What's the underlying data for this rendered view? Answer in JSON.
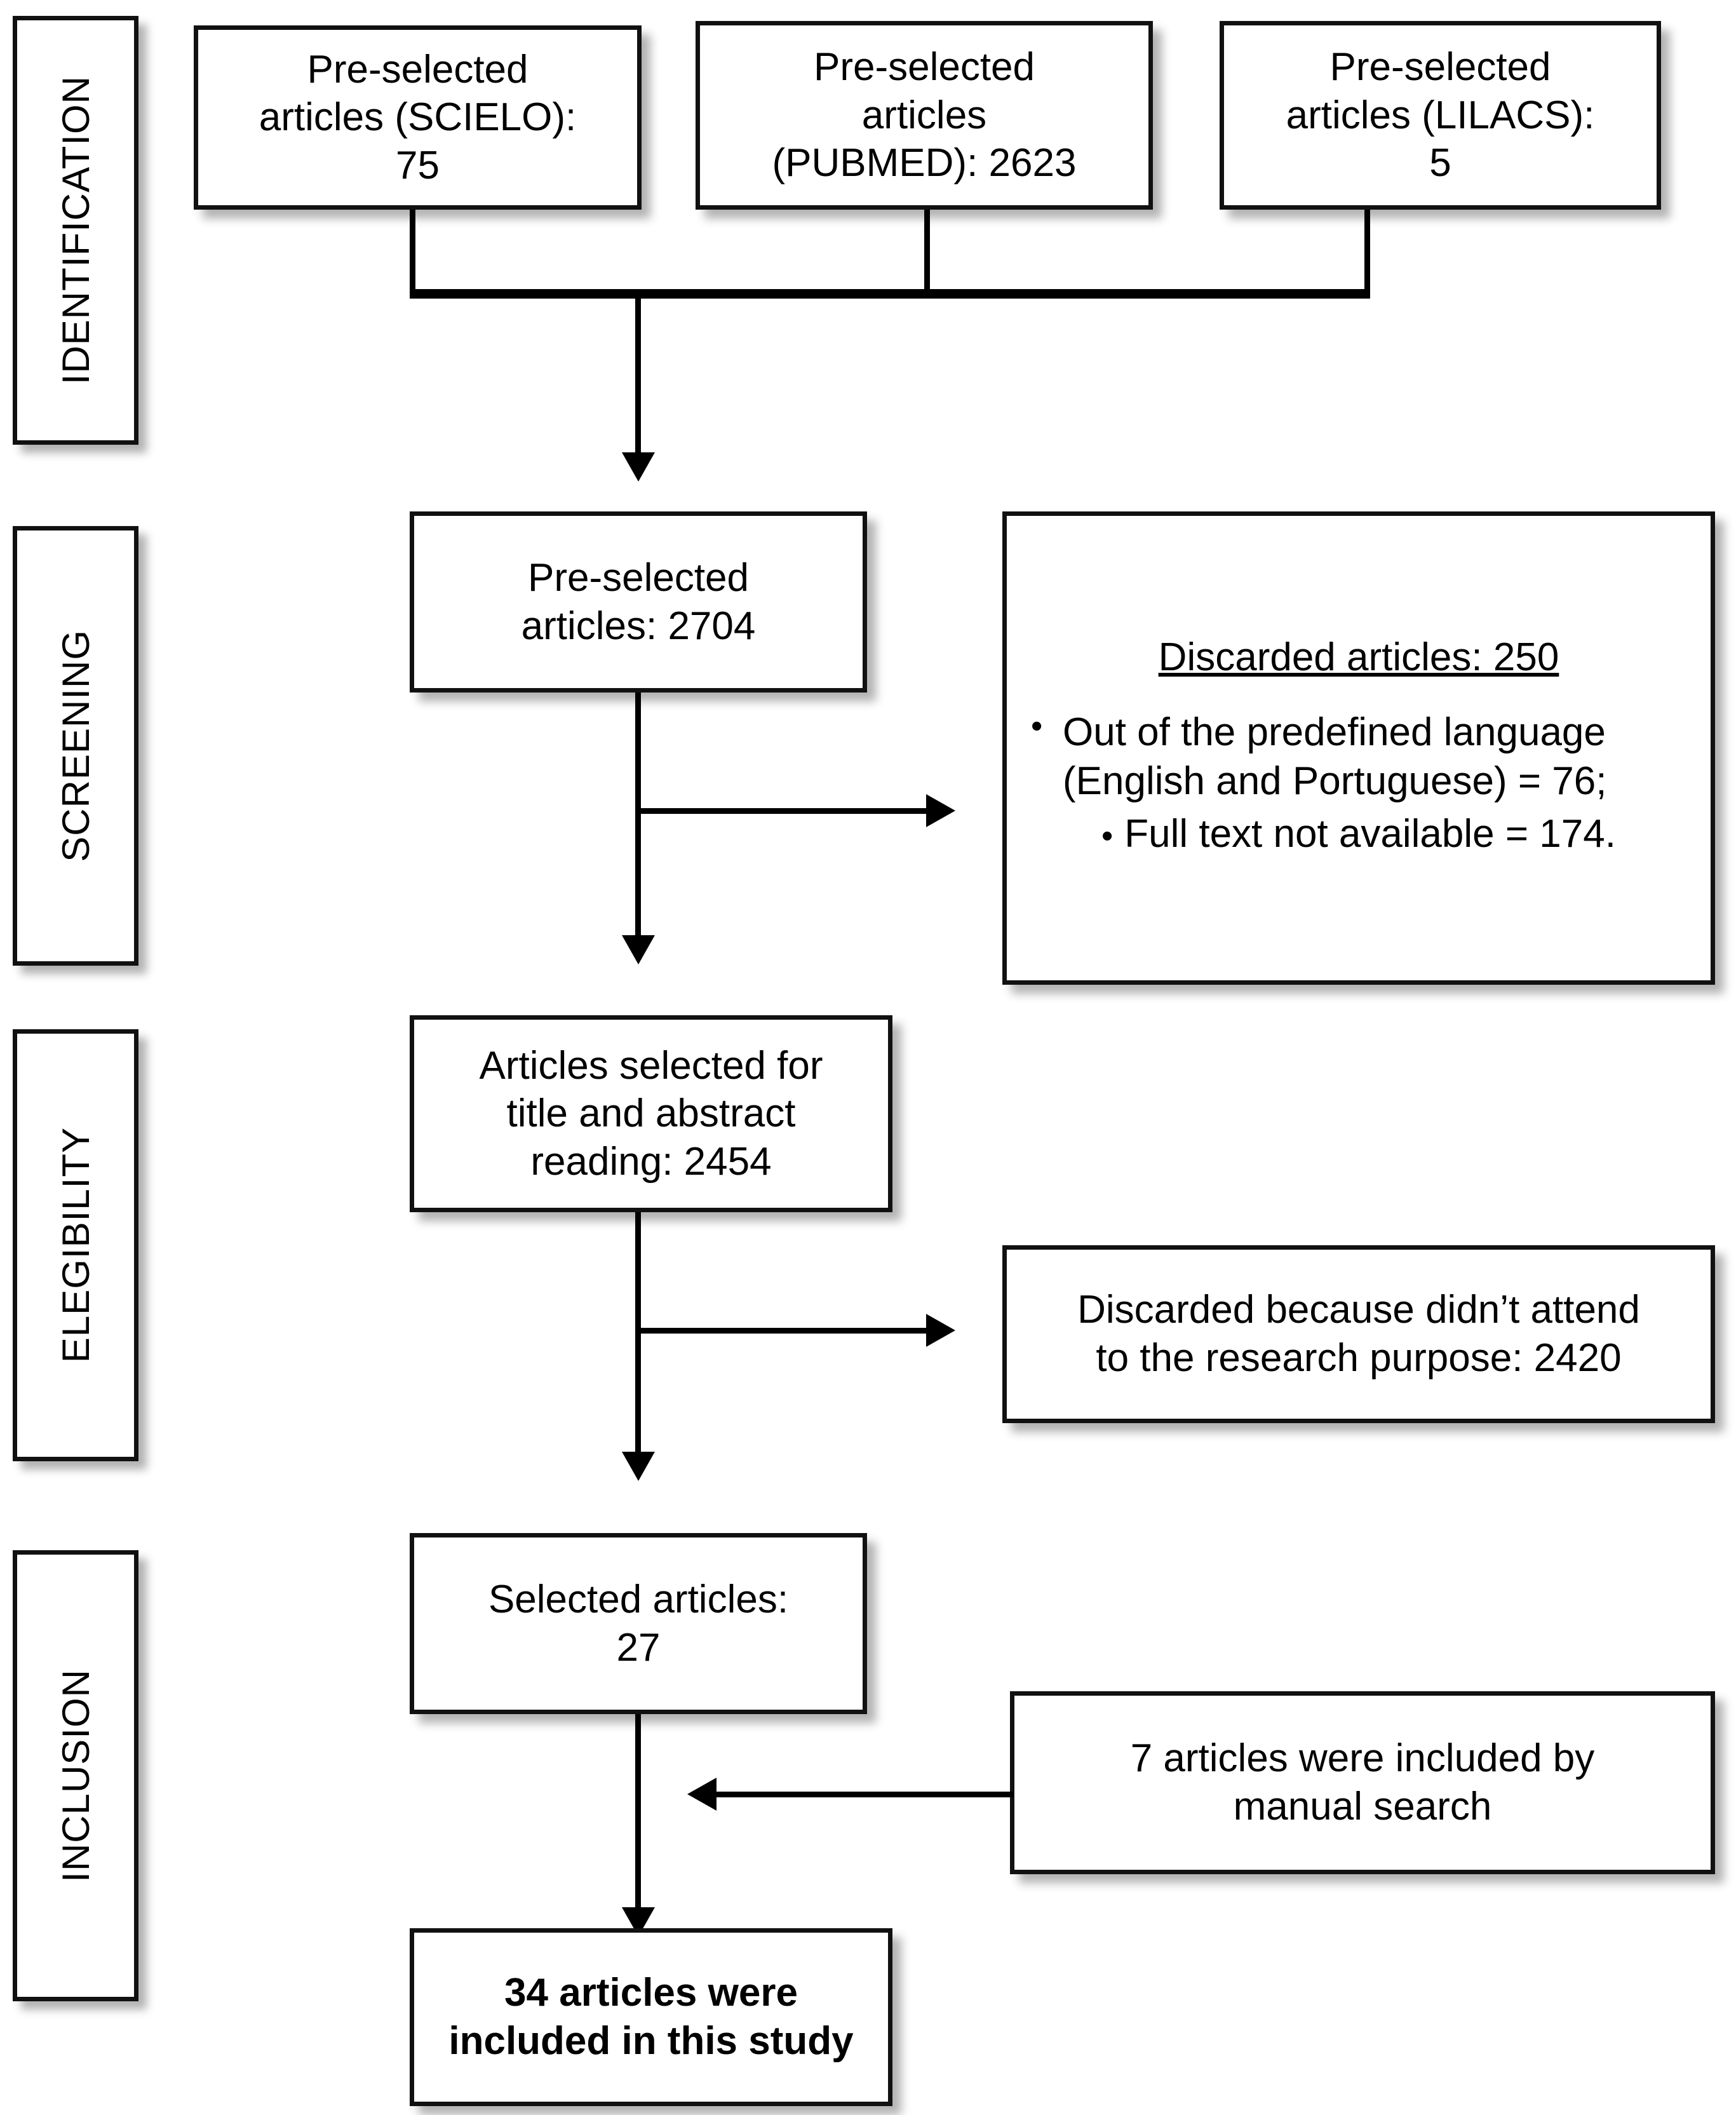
{
  "diagram": {
    "type": "prisma-flow-diagram",
    "stages": [
      {
        "id": "identification",
        "label": "IDENTIFICATION"
      },
      {
        "id": "screening",
        "label": "SCREENING"
      },
      {
        "id": "elegibility",
        "label": "ELEGIBILITY"
      },
      {
        "id": "inclusion",
        "label": "INCLUSION"
      }
    ],
    "nodes": {
      "scielo": {
        "line1": "Pre-selected",
        "line2": "articles (SCIELO):",
        "line3": "75"
      },
      "pubmed": {
        "line1": "Pre-selected",
        "line2": "articles",
        "line3": "(PUBMED): 2623"
      },
      "lilacs": {
        "line1": "Pre-selected",
        "line2": "articles (LILACS):",
        "line3": "5"
      },
      "preselected_total": {
        "line1": "Pre-selected",
        "line2": "articles: 2704"
      },
      "discarded_250": {
        "title": "Discarded articles: 250",
        "bullets": [
          "Out of the predefined language (English and Portuguese) = 76;",
          "Full text not available = 174."
        ],
        "bullet1_line1": "Out of the predefined language",
        "bullet1_line2": "(English and Portuguese) = 76;",
        "bullet2_line1": "Full text not available = 174.",
        "bullet_glyph": "•"
      },
      "title_abstract": {
        "line1": "Articles selected for",
        "line2": "title and abstract",
        "line3": "reading: 2454"
      },
      "discarded_2420": {
        "line1": "Discarded because didn’t attend",
        "line2": "to the research purpose: 2420"
      },
      "selected_27": {
        "line1": "Selected articles:",
        "line2": "27"
      },
      "manual_search": {
        "line1": "7 articles were included by",
        "line2": "manual search"
      },
      "final_included": {
        "line1": "34 articles were",
        "line2": "included in this study"
      }
    },
    "counts": {
      "scielo": 75,
      "pubmed": 2623,
      "lilacs": 5,
      "preselected_total": 2704,
      "discarded_screening": 250,
      "discarded_language": 76,
      "discarded_no_fulltext": 174,
      "title_abstract_read": 2454,
      "discarded_eligibility": 2420,
      "selected": 27,
      "manual_search_added": 7,
      "final_included": 34
    },
    "colors": {
      "background": "#ffffff",
      "stroke": "#111111",
      "text": "#000000"
    }
  }
}
